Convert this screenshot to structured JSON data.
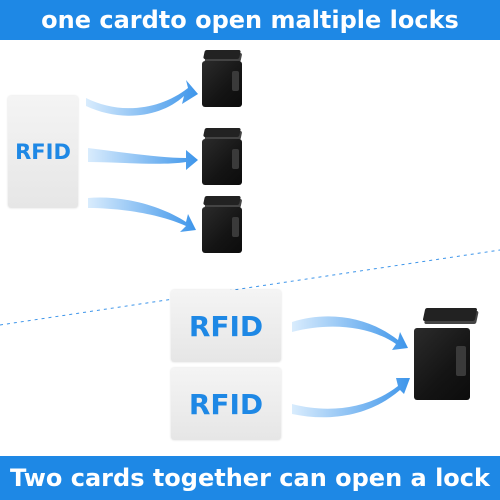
{
  "header": {
    "text": "one cardto open maltiple locks"
  },
  "footer": {
    "text": "Two cards together can open a lock"
  },
  "cards": {
    "left": "RFID",
    "right_top": "RFID",
    "right_bottom": "RFID"
  },
  "colors": {
    "accent": "#1e88e5",
    "arrow": "#5aa9f0",
    "lock": "#151515"
  }
}
